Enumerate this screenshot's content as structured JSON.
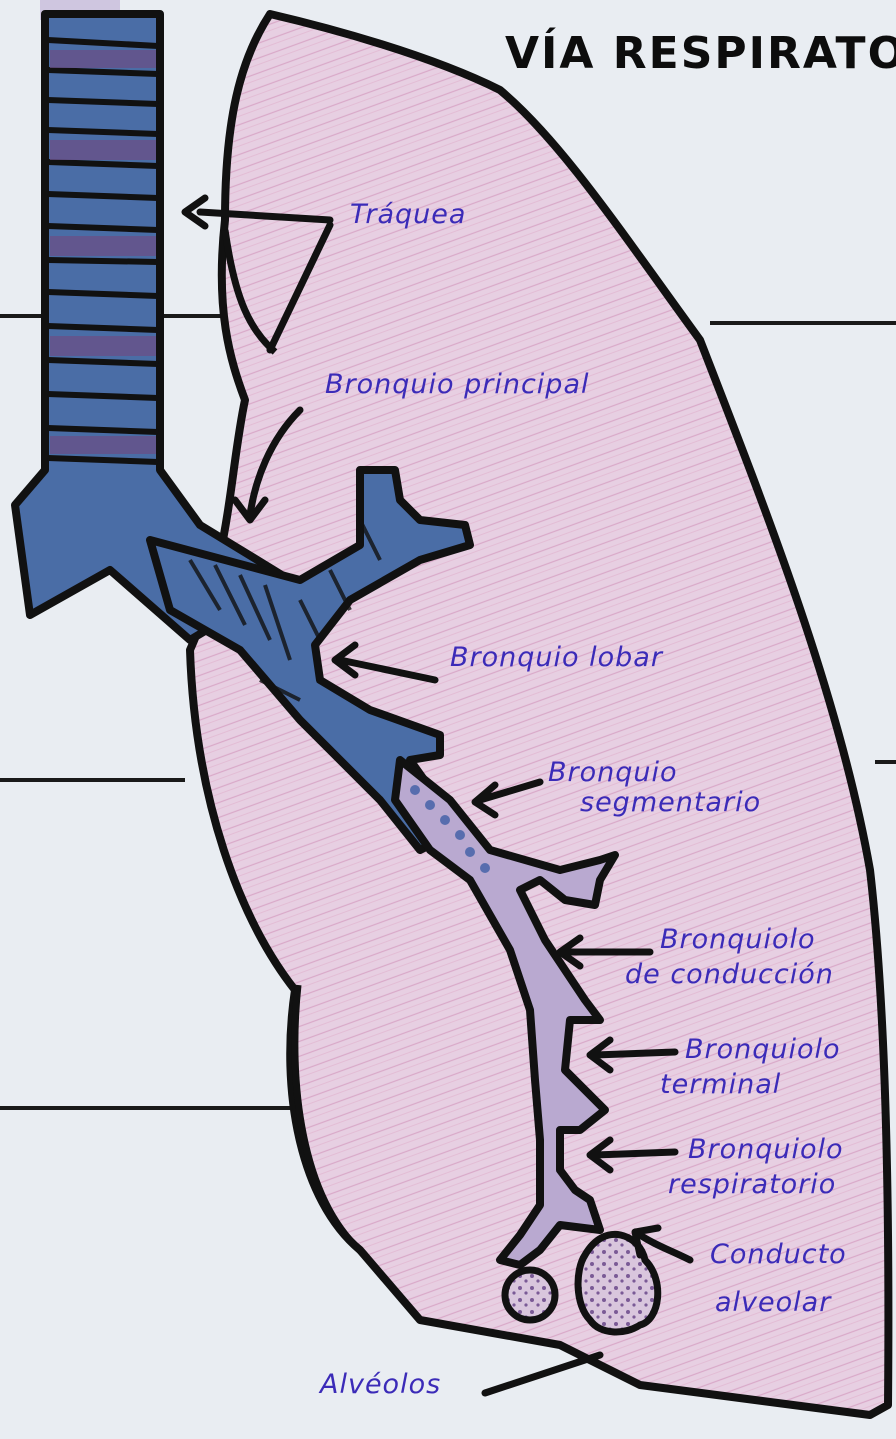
{
  "title": "VÍA RESPIRATO",
  "labels": {
    "traquea": "Tráquea",
    "bronquio_principal": "Bronquio principal",
    "bronquio_lobar": "Bronquio lobar",
    "bronquio_segmentario_1": "Bronquio",
    "bronquio_segmentario_2": "segmentario",
    "bronquiolo_conduccion_1": "Bronquiolo",
    "bronquiolo_conduccion_2": "de conducción",
    "bronquiolo_terminal_1": "Bronquiolo",
    "bronquiolo_terminal_2": "terminal",
    "bronquiolo_respiratorio_1": "Bronquiolo",
    "bronquiolo_respiratorio_2": "respiratorio",
    "conducto_alveolar_1": "Conducto",
    "conducto_alveolar_2": "alveolar",
    "alveolos": "Alvéolos"
  },
  "colors": {
    "lung_fill": "#e6cde0",
    "trachea_blue": "#4a6da6",
    "trachea_purple": "#6a4f86",
    "ink": "#111111",
    "label_ink": "#3b2bb8",
    "paper": "#e9edf2",
    "rule_line": "#1a1a1a"
  }
}
